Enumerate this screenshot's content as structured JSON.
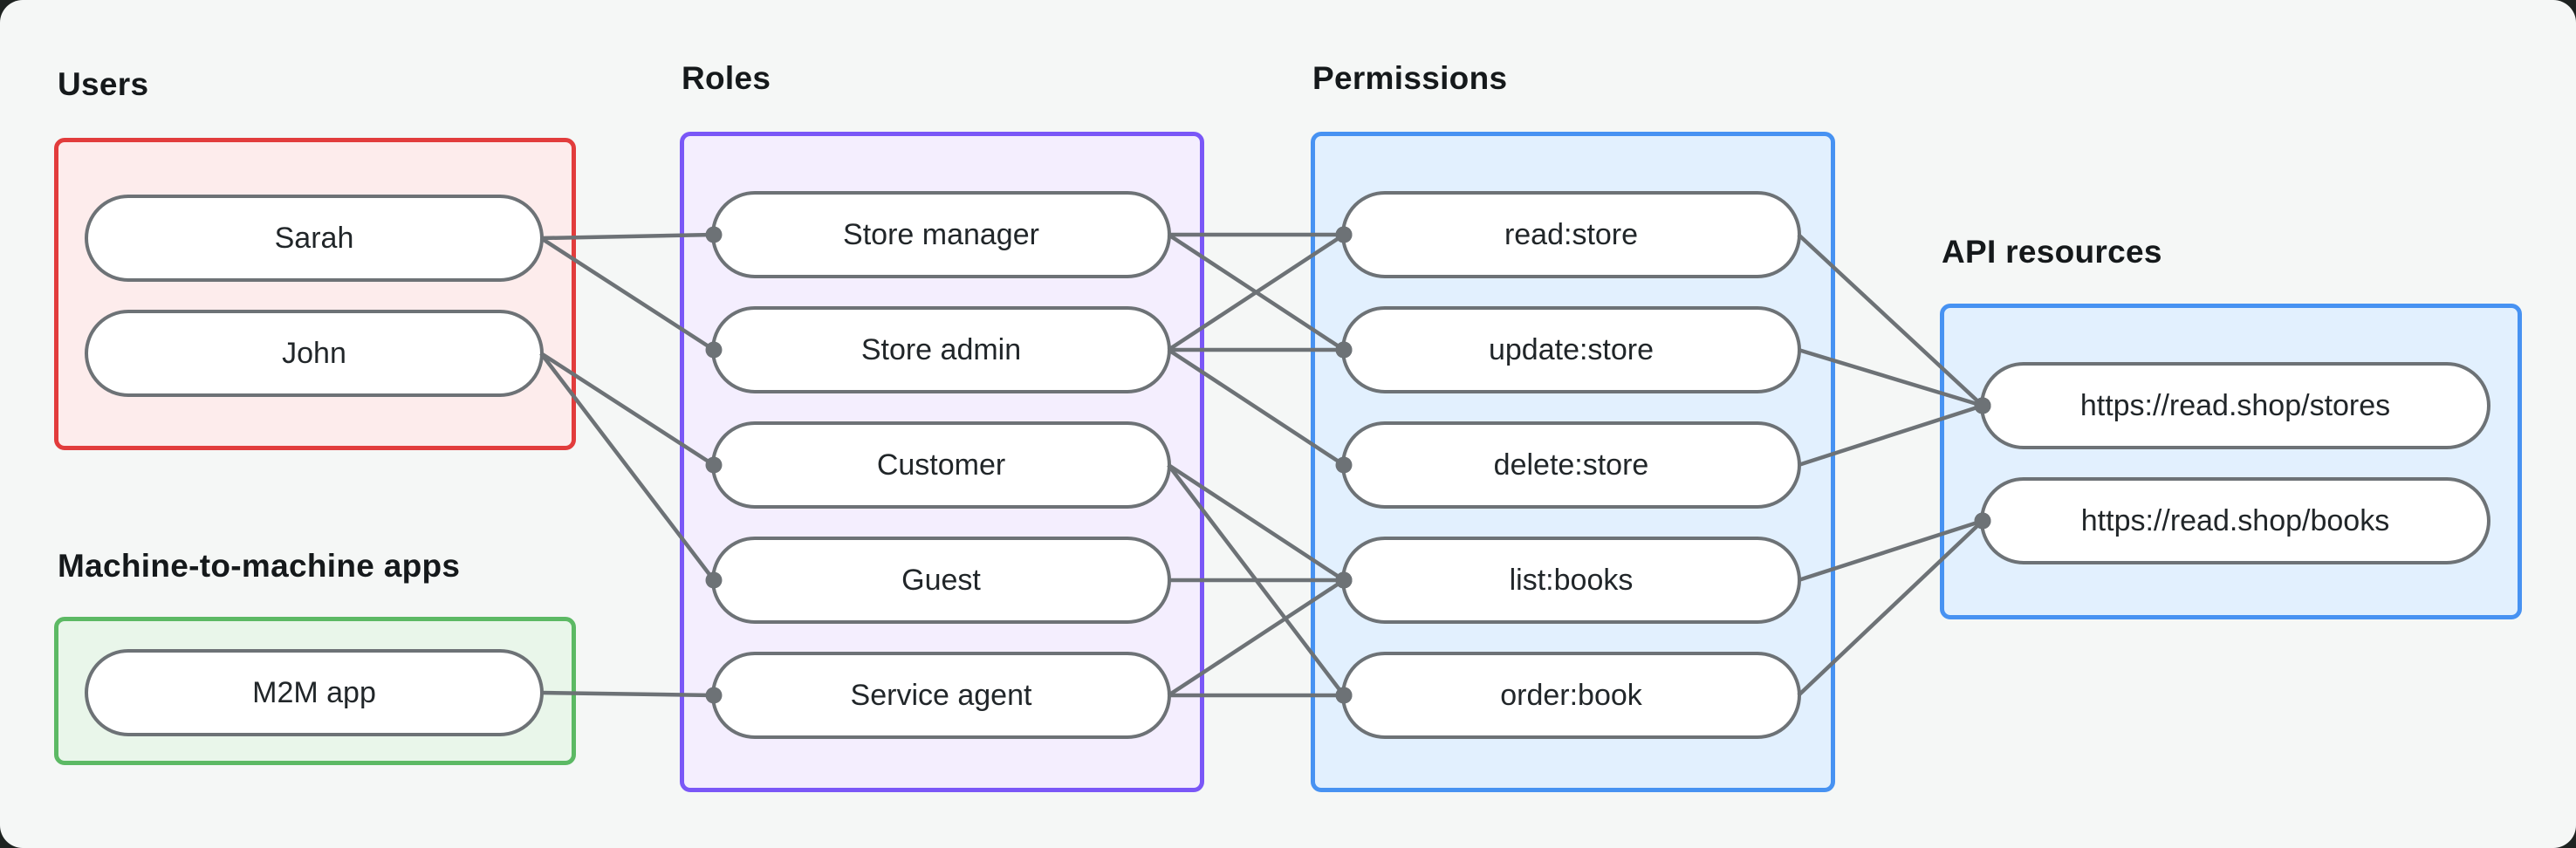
{
  "groups": {
    "users": {
      "label": "Users"
    },
    "m2m": {
      "label": "Machine-to-machine apps"
    },
    "roles": {
      "label": "Roles"
    },
    "permissions": {
      "label": "Permissions"
    },
    "api": {
      "label": "API resources"
    }
  },
  "nodes": {
    "sarah": {
      "label": "Sarah"
    },
    "john": {
      "label": "John"
    },
    "m2m_app": {
      "label": "M2M app"
    },
    "store_manager": {
      "label": "Store manager"
    },
    "store_admin": {
      "label": "Store admin"
    },
    "customer": {
      "label": "Customer"
    },
    "guest": {
      "label": "Guest"
    },
    "service_agent": {
      "label": "Service agent"
    },
    "read_store": {
      "label": "read:store"
    },
    "update_store": {
      "label": "update:store"
    },
    "delete_store": {
      "label": "delete:store"
    },
    "list_books": {
      "label": "list:books"
    },
    "order_book": {
      "label": "order:book"
    },
    "stores_resource": {
      "label": "https://read.shop/stores"
    },
    "books_resource": {
      "label": "https://read.shop/books"
    }
  },
  "edges": [
    {
      "from": "sarah",
      "to": "store_manager"
    },
    {
      "from": "sarah",
      "to": "store_admin"
    },
    {
      "from": "john",
      "to": "customer"
    },
    {
      "from": "john",
      "to": "guest"
    },
    {
      "from": "m2m_app",
      "to": "service_agent"
    },
    {
      "from": "store_manager",
      "to": "read_store"
    },
    {
      "from": "store_manager",
      "to": "update_store"
    },
    {
      "from": "store_admin",
      "to": "read_store"
    },
    {
      "from": "store_admin",
      "to": "update_store"
    },
    {
      "from": "store_admin",
      "to": "delete_store"
    },
    {
      "from": "customer",
      "to": "list_books"
    },
    {
      "from": "customer",
      "to": "order_book"
    },
    {
      "from": "guest",
      "to": "list_books"
    },
    {
      "from": "service_agent",
      "to": "list_books"
    },
    {
      "from": "service_agent",
      "to": "order_book"
    },
    {
      "from": "read_store",
      "to": "stores_resource"
    },
    {
      "from": "update_store",
      "to": "stores_resource"
    },
    {
      "from": "delete_store",
      "to": "stores_resource"
    },
    {
      "from": "list_books",
      "to": "books_resource"
    },
    {
      "from": "order_book",
      "to": "books_resource"
    }
  ],
  "style": {
    "canvas_bg": "#f5f7f6",
    "outside_bg": "#1e2321",
    "edge_color": "#6d7276",
    "dot_color": "#6d7276",
    "pill_border": "#6d7276",
    "users_border": "#e23c3c",
    "users_fill": "#fdecec",
    "m2m_border": "#5cb964",
    "m2m_fill": "#e9f6ea",
    "roles_border": "#7a57f7",
    "roles_fill": "#f4eefe",
    "permissions_border": "#4792f2",
    "permissions_fill": "#e2f0fe",
    "api_border": "#4792f2",
    "api_fill": "#e2f0fe"
  }
}
